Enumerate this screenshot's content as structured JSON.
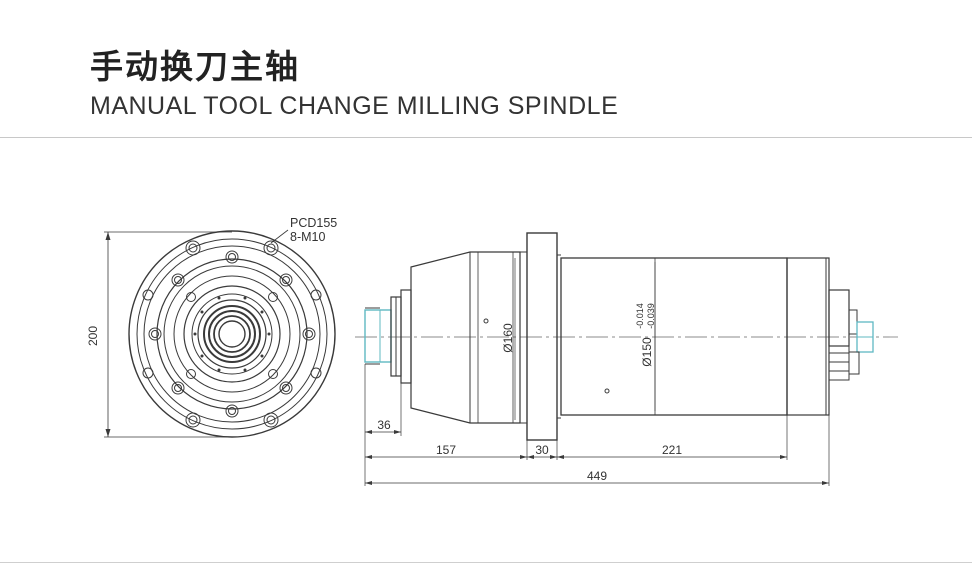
{
  "header": {
    "title_cn": "手动换刀主轴",
    "title_en": "MANUAL TOOL CHANGE MILLING SPINDLE"
  },
  "front_view": {
    "height_dim": "200",
    "pcd_label": "PCD155",
    "bolt_label": "8-M10"
  },
  "side_view": {
    "dim_36": "36",
    "dim_157": "157",
    "dim_30": "30",
    "dim_221": "221",
    "dim_449": "449",
    "dia_160": "Ø160",
    "dia_150": "Ø150",
    "tol_upper": "-0.014",
    "tol_lower": "-0.039"
  },
  "colors": {
    "line": "#3a3a3a",
    "center_line": "#666666",
    "accent_cyan": "#5fb8c2"
  }
}
